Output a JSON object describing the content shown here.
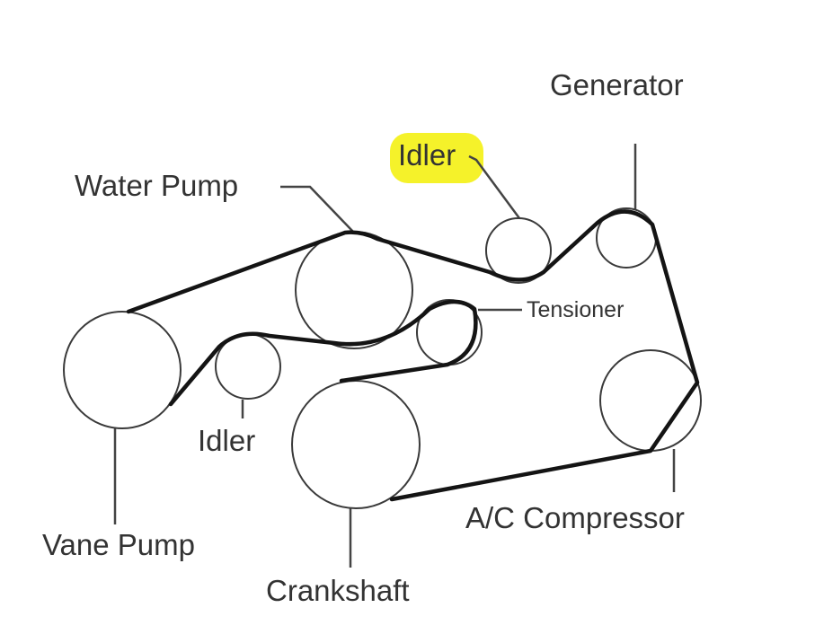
{
  "labels": {
    "generator": "Generator",
    "idler_top": "Idler",
    "water_pump": "Water Pump",
    "tensioner": "Tensioner",
    "idler_bottom": "Idler",
    "vane_pump": "Vane Pump",
    "crankshaft": "Crankshaft",
    "ac_compressor": "A/C Compressor"
  },
  "colors": {
    "highlight": "#f5f22a",
    "belt": "#141414",
    "outline": "#3a3a3a",
    "text": "#333333"
  }
}
